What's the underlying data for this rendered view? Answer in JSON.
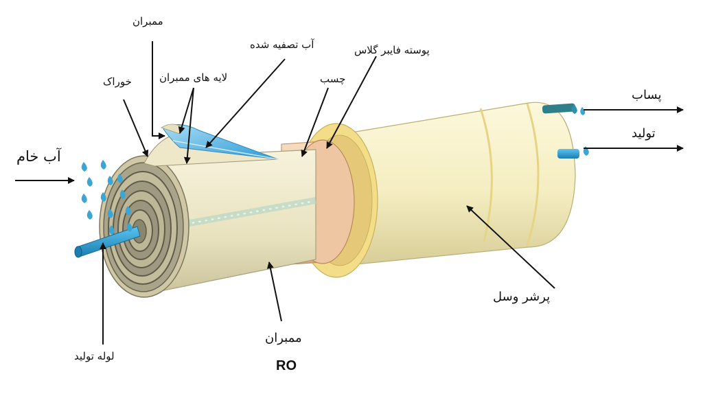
{
  "labels": {
    "membrane_top": "ممبران",
    "purified_water": "آب تصفیه شده",
    "fiberglass_shell": "پوسته فایبر گلاس",
    "feed": "خوراک",
    "membrane_layers": "لایه های ممبران",
    "glue": "چسب",
    "raw_water": "آب خام",
    "reject": "پساب",
    "product": "تولید",
    "brine_seal": "پرشر وسل",
    "membrane_bottom": "ممبران",
    "ro": "RO",
    "product_tube": "لوله تولید"
  },
  "colors": {
    "vessel_body": "#f6f0c4",
    "vessel_ring": "#f2de8e",
    "glue_band": "#ecc5a0",
    "membrane_roll": "#ece6c4",
    "roll_face": "#8d8a7a",
    "membrane_sheet_blue": "#4fb4e6",
    "pipe_blue": "#2f9fd0",
    "droplet_blue": "#3aa6d6",
    "arrow": "#111111"
  }
}
